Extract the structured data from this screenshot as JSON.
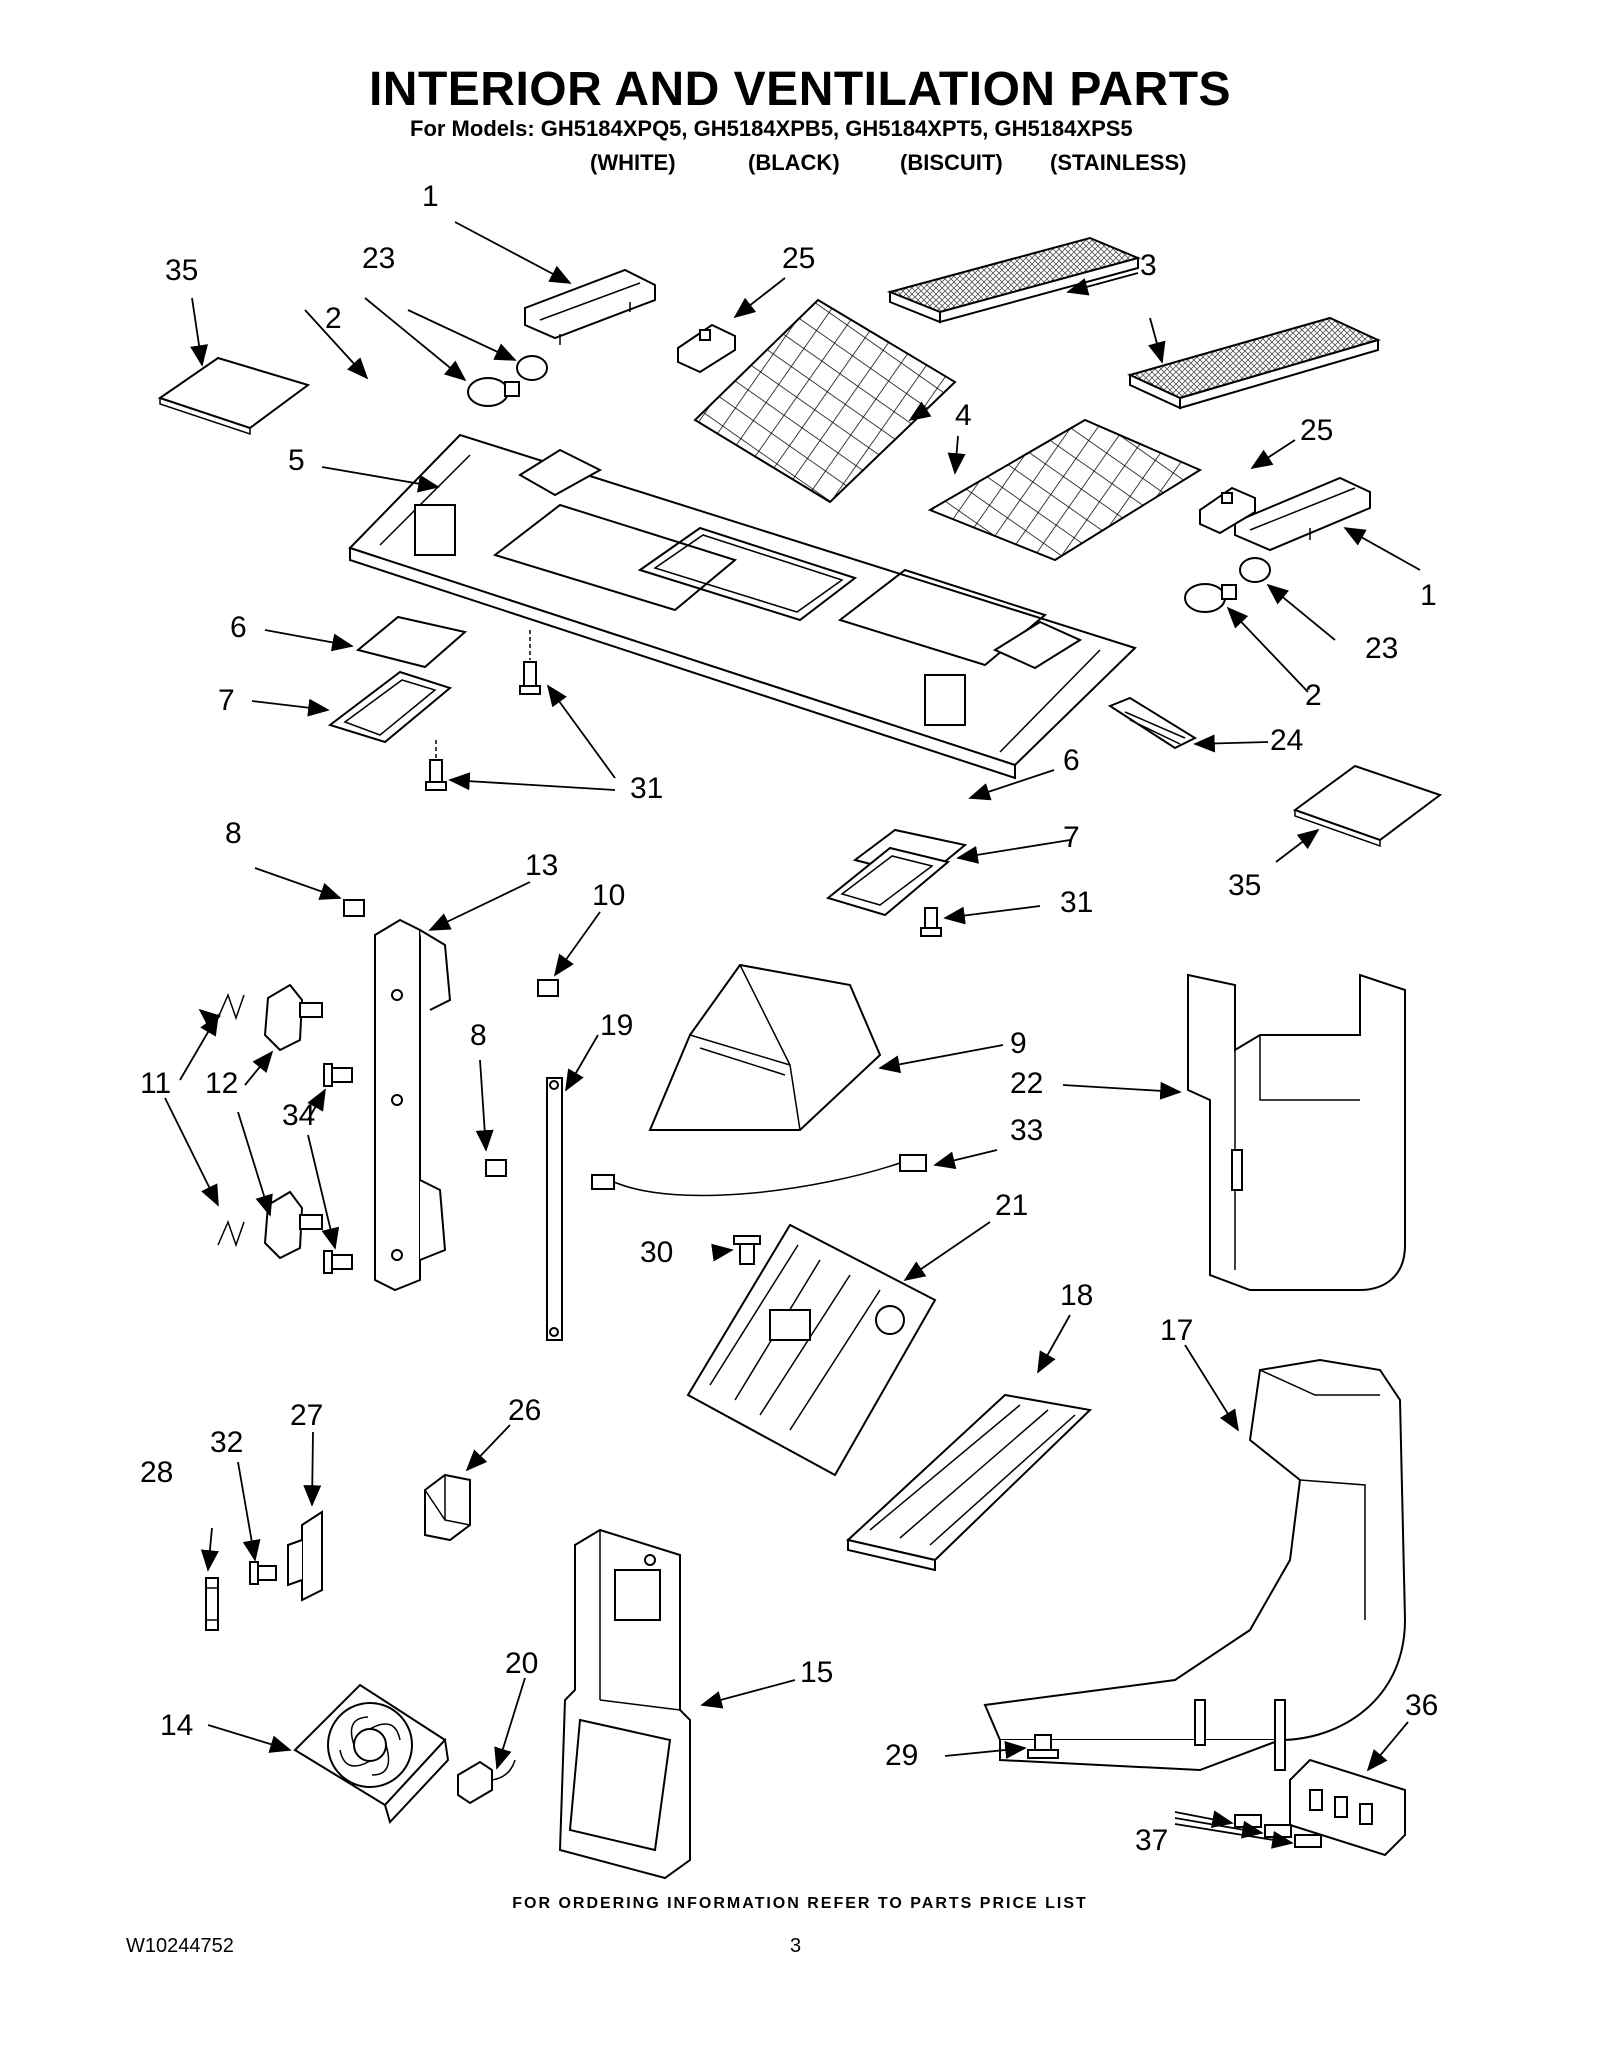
{
  "header": {
    "title": "INTERIOR AND VENTILATION PARTS",
    "models_line": "For Models: GH5184XPQ5, GH5184XPB5, GH5184XPT5, GH5184XPS5",
    "colors": [
      "(WHITE)",
      "(BLACK)",
      "(BISCUIT)",
      "(STAINLESS)"
    ]
  },
  "callouts": {
    "c1a": "1",
    "c1b": "1",
    "c2a": "2",
    "c2b": "2",
    "c3": "3",
    "c4": "4",
    "c5": "5",
    "c6a": "6",
    "c6b": "6",
    "c7a": "7",
    "c7b": "7",
    "c8a": "8",
    "c8b": "8",
    "c9": "9",
    "c10": "10",
    "c11": "11",
    "c12": "12",
    "c13": "13",
    "c14": "14",
    "c15": "15",
    "c17": "17",
    "c18": "18",
    "c19": "19",
    "c20": "20",
    "c21": "21",
    "c22": "22",
    "c23a": "23",
    "c23b": "23",
    "c24": "24",
    "c25a": "25",
    "c25b": "25",
    "c26": "26",
    "c27": "27",
    "c28": "28",
    "c29": "29",
    "c30": "30",
    "c31a": "31",
    "c31b": "31",
    "c32": "32",
    "c33": "33",
    "c34": "34",
    "c35a": "35",
    "c35b": "35",
    "c36": "36",
    "c37": "37"
  },
  "footer": {
    "ordering_note": "FOR ORDERING INFORMATION REFER TO PARTS PRICE LIST",
    "doc_id": "W10244752",
    "page": "3"
  }
}
